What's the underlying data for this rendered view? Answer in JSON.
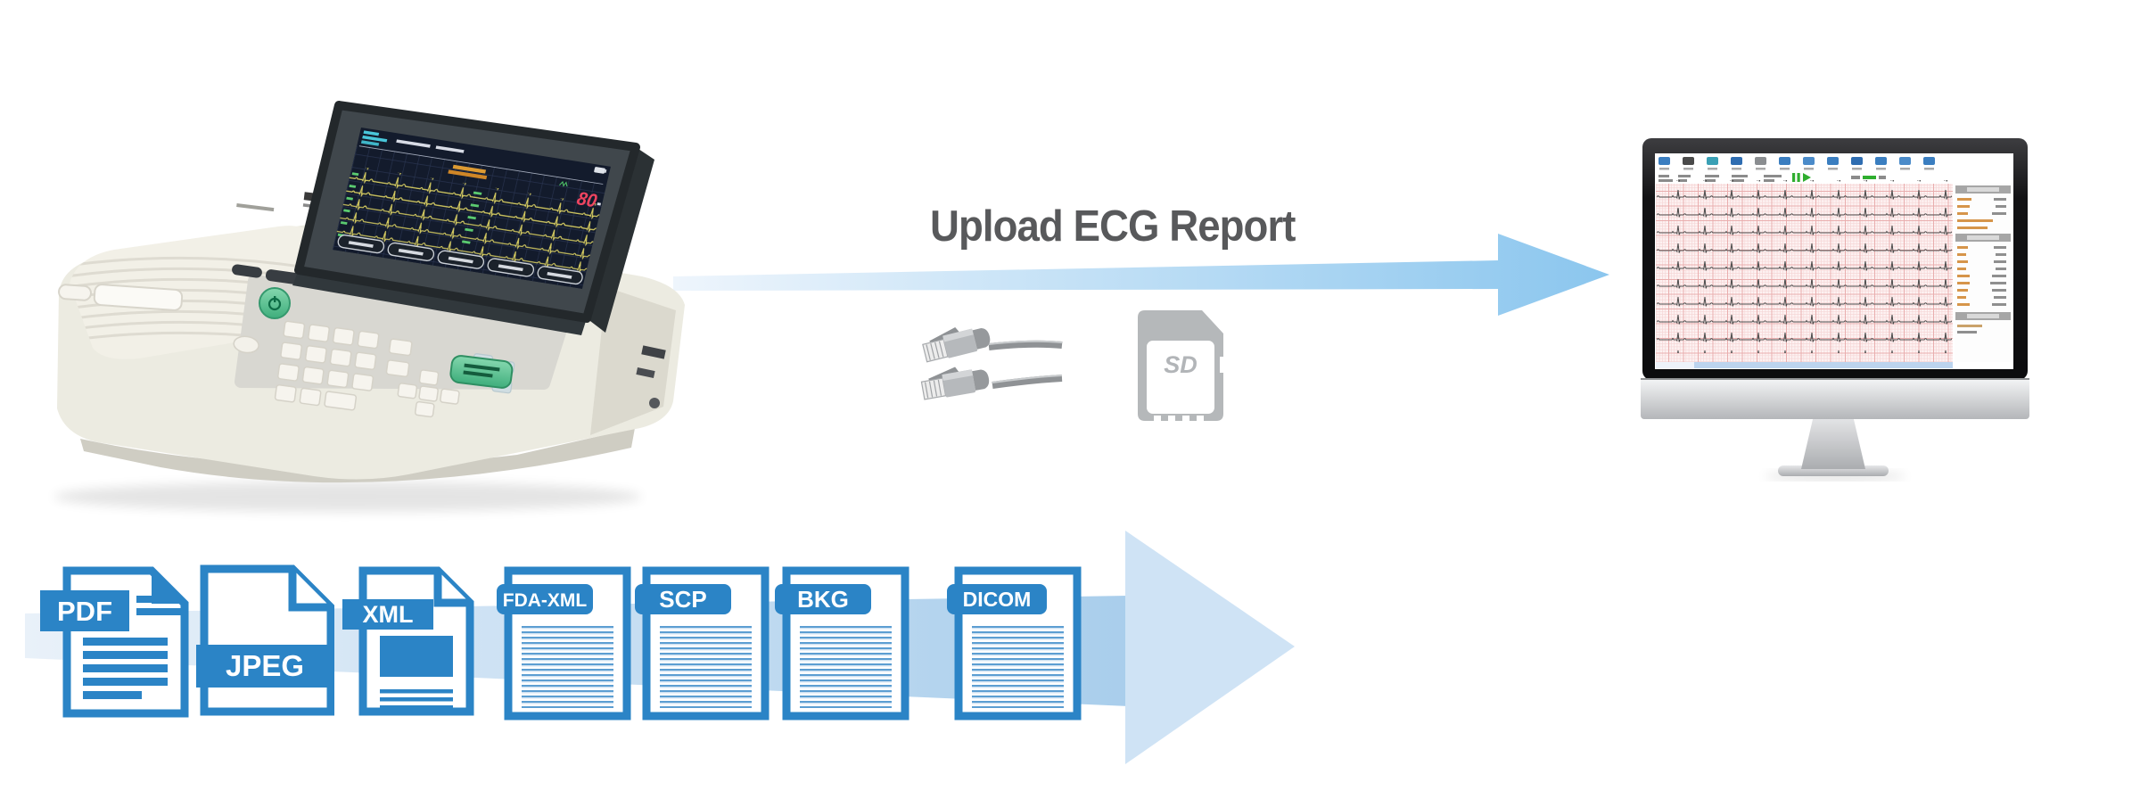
{
  "title": "Upload ECG Report",
  "device_screen": {
    "bpm": "80"
  },
  "sd_card": {
    "label": "SD"
  },
  "formats": {
    "items": [
      {
        "label": "PDF"
      },
      {
        "label": "JPEG"
      },
      {
        "label": "XML"
      },
      {
        "label": "FDA-XML"
      },
      {
        "label": "SCP"
      },
      {
        "label": "BKG"
      },
      {
        "label": "DICOM"
      }
    ]
  },
  "colors": {
    "format_blue": "#2b84c6",
    "format_line_blue": "#5c9ed2",
    "arrow_gradient_start": "#ecf4fb",
    "arrow_gradient_end": "#8bc6ee",
    "bottom_arrow_head": "#cfe3f5",
    "title_gray": "#58595b",
    "trace_yellow": "#d8ce62",
    "bpm_red": "#ee4460",
    "paper_pink": "#fdf2f2",
    "paper_grid_red": "#e9aeae",
    "software_green": "#2fae2f",
    "device_body": "#ecebe1"
  }
}
